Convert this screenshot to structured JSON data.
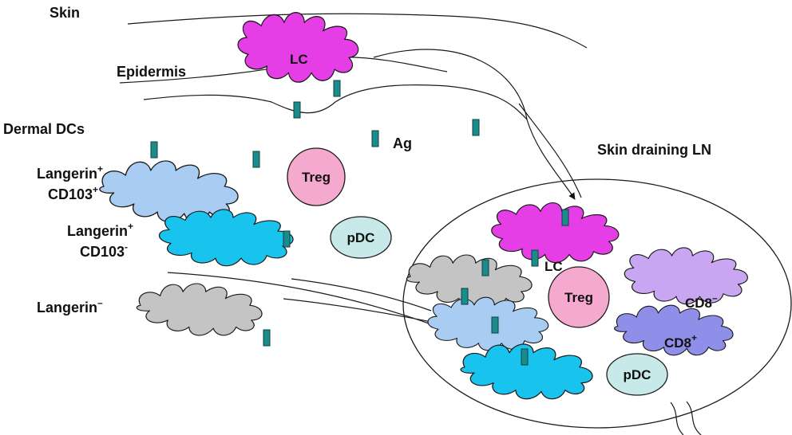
{
  "labels": {
    "skin": "Skin",
    "epidermis": "Epidermis",
    "dermal_dcs": "Dermal DCs",
    "ag": "Ag",
    "skin_draining_ln": "Skin draining LN",
    "langerin_plus_cd103_plus": {
      "line1": "Langerin",
      "sup1": "+",
      "line2": "CD103",
      "sup2": "+"
    },
    "langerin_plus_cd103_minus": {
      "line1": "Langerin",
      "sup1": "+",
      "line2": "CD103",
      "sup2": "-"
    },
    "langerin_minus": {
      "text": "Langerin",
      "sup": "–"
    }
  },
  "cells": {
    "lc_skin": "LC",
    "treg_skin": "Treg",
    "pdc_skin": "pDC",
    "lc_ln": "LC",
    "treg_ln": "Treg",
    "cd8_minus": {
      "text": "CD8",
      "sup": "–"
    },
    "cd8_plus": {
      "text": "CD8",
      "sup": "+"
    },
    "pdc_ln": "pDC"
  },
  "colors": {
    "lc": "#e63ee6",
    "langerin_plus_cd103_plus": "#a8ccf2",
    "langerin_plus_cd103_minus": "#18c4ee",
    "langerin_minus": "#c4c4c4",
    "cd8_minus": "#c9a6f2",
    "cd8_plus": "#8f8ee8",
    "treg": "#f6a9cf",
    "pdc": "#c7e9e9",
    "antigen": "#1a8c8c"
  }
}
